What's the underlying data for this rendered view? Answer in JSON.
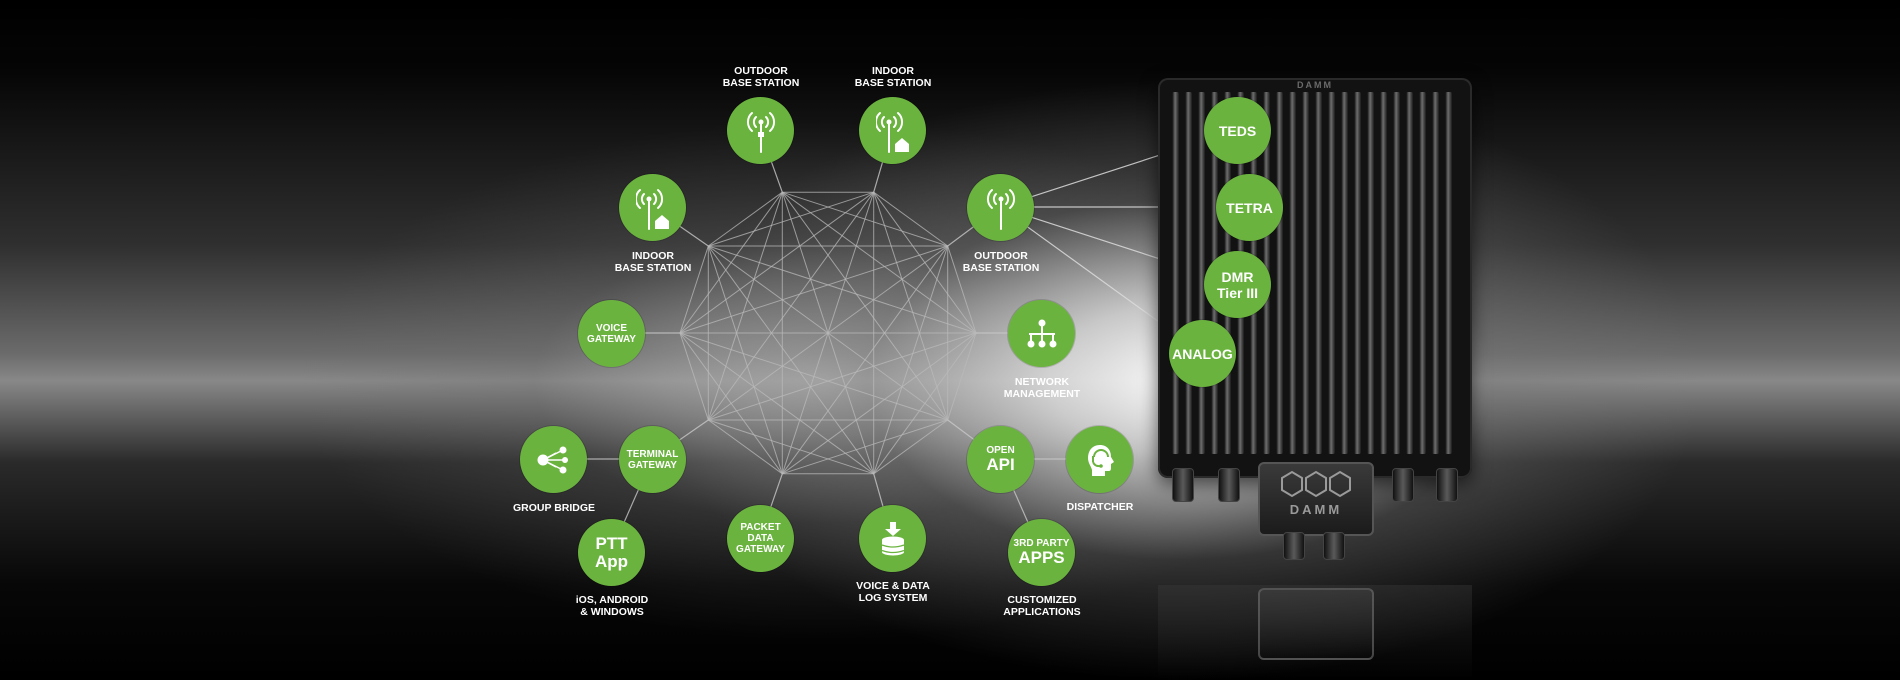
{
  "nodes": {
    "outdoor_bs_top": "OUTDOOR\nBASE STATION",
    "indoor_bs_top": "INDOOR\nBASE STATION",
    "indoor_bs_left": "INDOOR\nBASE STATION",
    "outdoor_bs_right": "OUTDOOR\nBASE STATION",
    "voice_gateway": "VOICE\nGATEWAY",
    "network_management": "NETWORK\nMANAGEMENT",
    "terminal_gateway": "TERMINAL\nGATEWAY",
    "group_bridge": "GROUP BRIDGE",
    "ptt_app_line1": "PTT",
    "ptt_app_line2": "App",
    "ptt_app_caption": "iOS, ANDROID\n& WINDOWS",
    "packet_data_gateway": "PACKET\nDATA\nGATEWAY",
    "voice_data_log": "VOICE & DATA\nLOG SYSTEM",
    "open_api_line1": "OPEN",
    "open_api_line2": "API",
    "dispatcher": "DISPATCHER",
    "third_party_line1": "3RD PARTY",
    "third_party_line2": "APPS",
    "third_party_caption": "CUSTOMIZED\nAPPLICATIONS"
  },
  "protocols": {
    "teds": "TEDS",
    "tetra": "TETRA",
    "dmr": "DMR\nTier III",
    "analog": "ANALOG"
  },
  "device": {
    "brand": "DAMM"
  },
  "colors": {
    "node_green": "#6bb33f",
    "text": "#ffffff"
  }
}
